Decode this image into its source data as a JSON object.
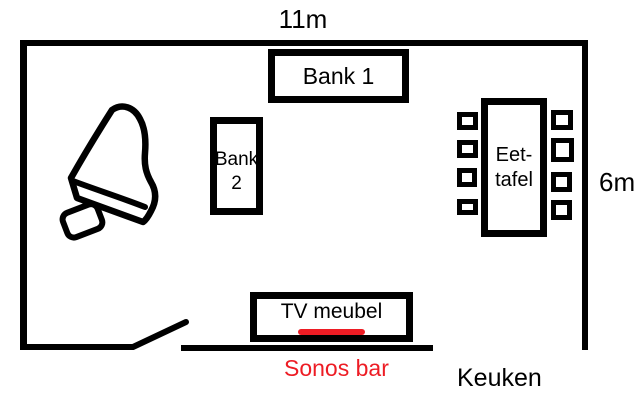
{
  "dimensions": {
    "width_label": "11m",
    "height_label": "6m"
  },
  "furniture": {
    "bank1": {
      "label": "Bank 1"
    },
    "bank2": {
      "line1": "Bank",
      "line2": "2"
    },
    "eettafel": {
      "line1": "Eet-",
      "line2": "tafel"
    },
    "tv_meubel": {
      "label": "TV meubel"
    },
    "piano": {
      "shape": "grand-piano-with-bench"
    },
    "chairs": {
      "left_count": 4,
      "right_count": 4
    }
  },
  "annotations": {
    "sonos_bar": {
      "label": "Sonos bar",
      "color": "#ed1c24"
    },
    "keuken": {
      "label": "Keuken"
    }
  },
  "colors": {
    "background": "#ffffff",
    "ink": "#000000",
    "red": "#ed1c24"
  }
}
